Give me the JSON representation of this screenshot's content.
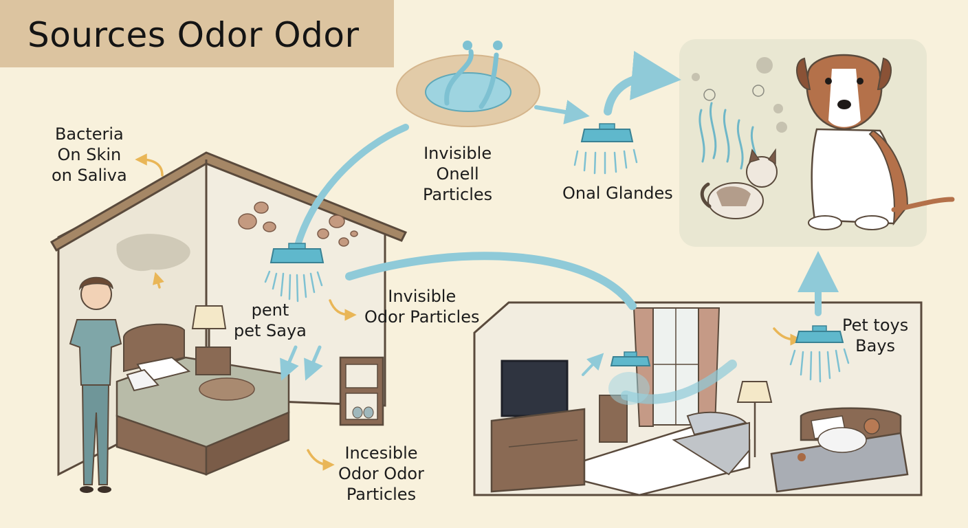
{
  "title": "Sources Odor Odor",
  "labels": {
    "bacteria": [
      "Bacteria",
      "On Skin",
      "on Saliva"
    ],
    "invisible_onell": [
      "Invisible",
      "Onell",
      "Particles"
    ],
    "onal_glandes": "Onal Glandes",
    "pent_pet_saya": [
      "pent",
      "pet Saya"
    ],
    "invisible_odor_particles": [
      "Invisible",
      "Odor Particles"
    ],
    "incesible_odor": [
      "Incesible",
      "Odor Odor",
      "Particles"
    ],
    "pet_toys_bays": [
      "Pet toys",
      "Bays"
    ]
  },
  "colors": {
    "background": "#f8f1dc",
    "title_banner": "#dcc4a0",
    "flow_arrow": "#8fcad8",
    "small_arrow": "#e9b657",
    "diffuser": "#5fb8cc",
    "outline": "#5a4a3c"
  },
  "icons": [
    "diffuser-icon",
    "pet-dog-icon",
    "pet-cat-icon",
    "person-icon",
    "bed-icon",
    "tv-icon",
    "lamp-icon"
  ]
}
